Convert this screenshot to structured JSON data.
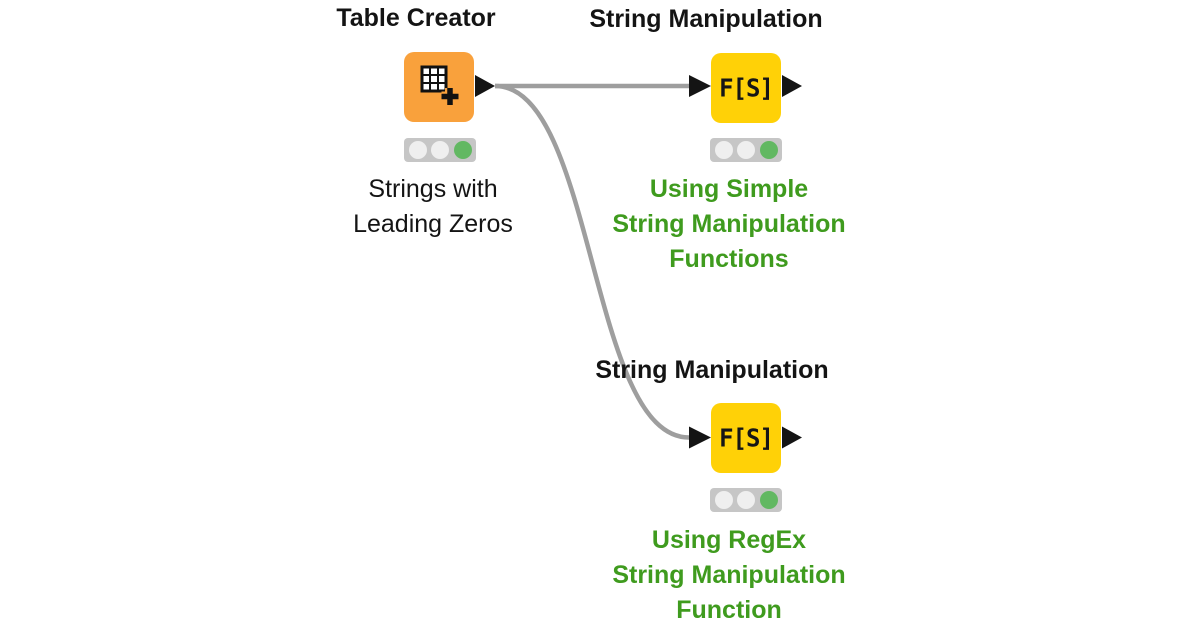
{
  "app": "workflow-editor",
  "colors": {
    "background": "#FFFFFF",
    "source_node": "#F9A13C",
    "manipulator_node": "#FFD107",
    "wire": "#9E9E9E",
    "port": "#141414",
    "traffic_light_bg": "#C6C6C6",
    "light_off": "#EFEFEF",
    "light_on_green": "#62B862",
    "annotation_green": "#3F9B1E",
    "text_black": "#141414"
  },
  "nodes": [
    {
      "id": "table-creator",
      "title": "Table Creator",
      "icon": "table-plus-icon",
      "status": {
        "state": "executed",
        "lights": [
          "off",
          "off",
          "green"
        ]
      },
      "annotation": {
        "lines": [
          "Strings with",
          "Leading Zeros"
        ]
      }
    },
    {
      "id": "string-manipulation-top",
      "title": "String Manipulation",
      "icon": "fs-icon",
      "icon_text": "F[S]",
      "status": {
        "state": "executed",
        "lights": [
          "off",
          "off",
          "green"
        ]
      },
      "annotation": {
        "lines": [
          "Using Simple",
          "String Manipulation",
          "Functions"
        ]
      }
    },
    {
      "id": "string-manipulation-bottom",
      "title": "String Manipulation",
      "icon": "fs-icon",
      "icon_text": "F[S]",
      "status": {
        "state": "executed",
        "lights": [
          "off",
          "off",
          "green"
        ]
      },
      "annotation": {
        "lines": [
          "Using RegEx",
          "String Manipulation",
          "Function"
        ]
      }
    }
  ],
  "connections": [
    {
      "from": "table-creator",
      "to": "string-manipulation-top"
    },
    {
      "from": "table-creator",
      "to": "string-manipulation-bottom"
    }
  ]
}
